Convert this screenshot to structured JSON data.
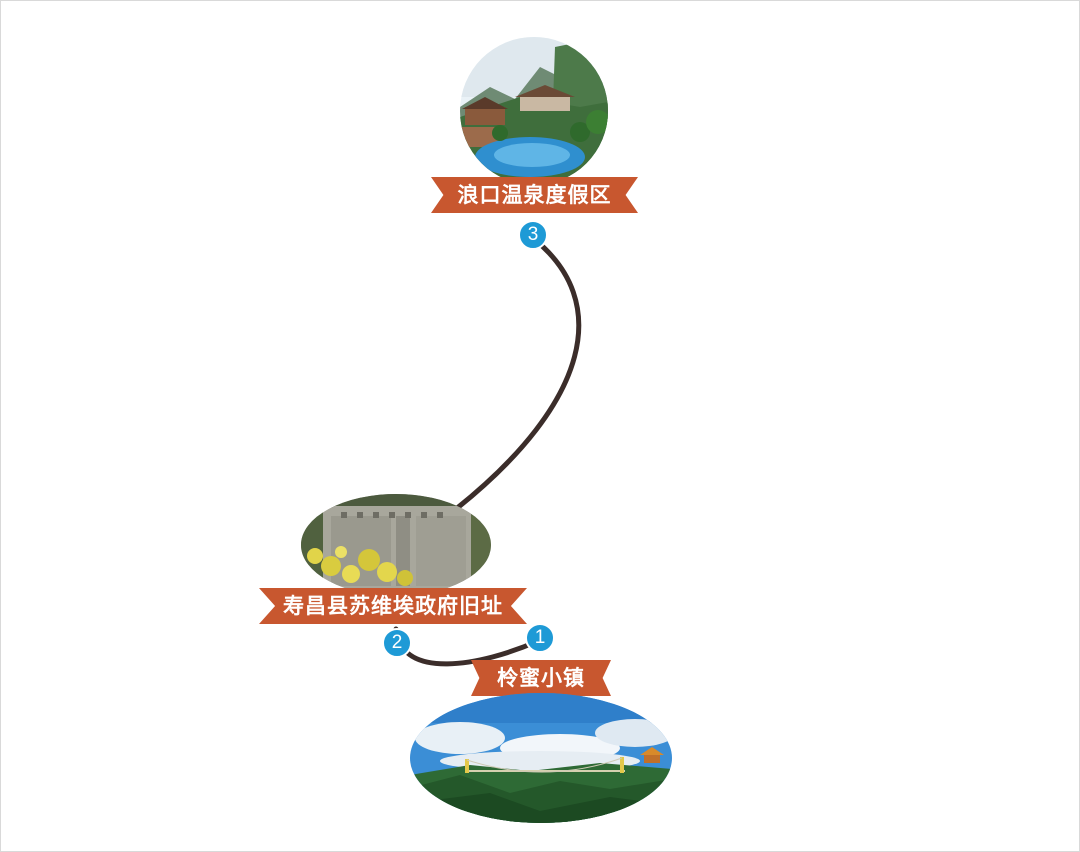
{
  "stops": [
    {
      "order": "1",
      "name": "柃蜜小镇"
    },
    {
      "order": "2",
      "name": "寿昌县苏维埃政府旧址"
    },
    {
      "order": "3",
      "name": "浪口温泉度假区"
    }
  ],
  "colors": {
    "ribbon": "#c8572f",
    "marker": "#1e9ad6",
    "route": "#3b2d2a"
  }
}
